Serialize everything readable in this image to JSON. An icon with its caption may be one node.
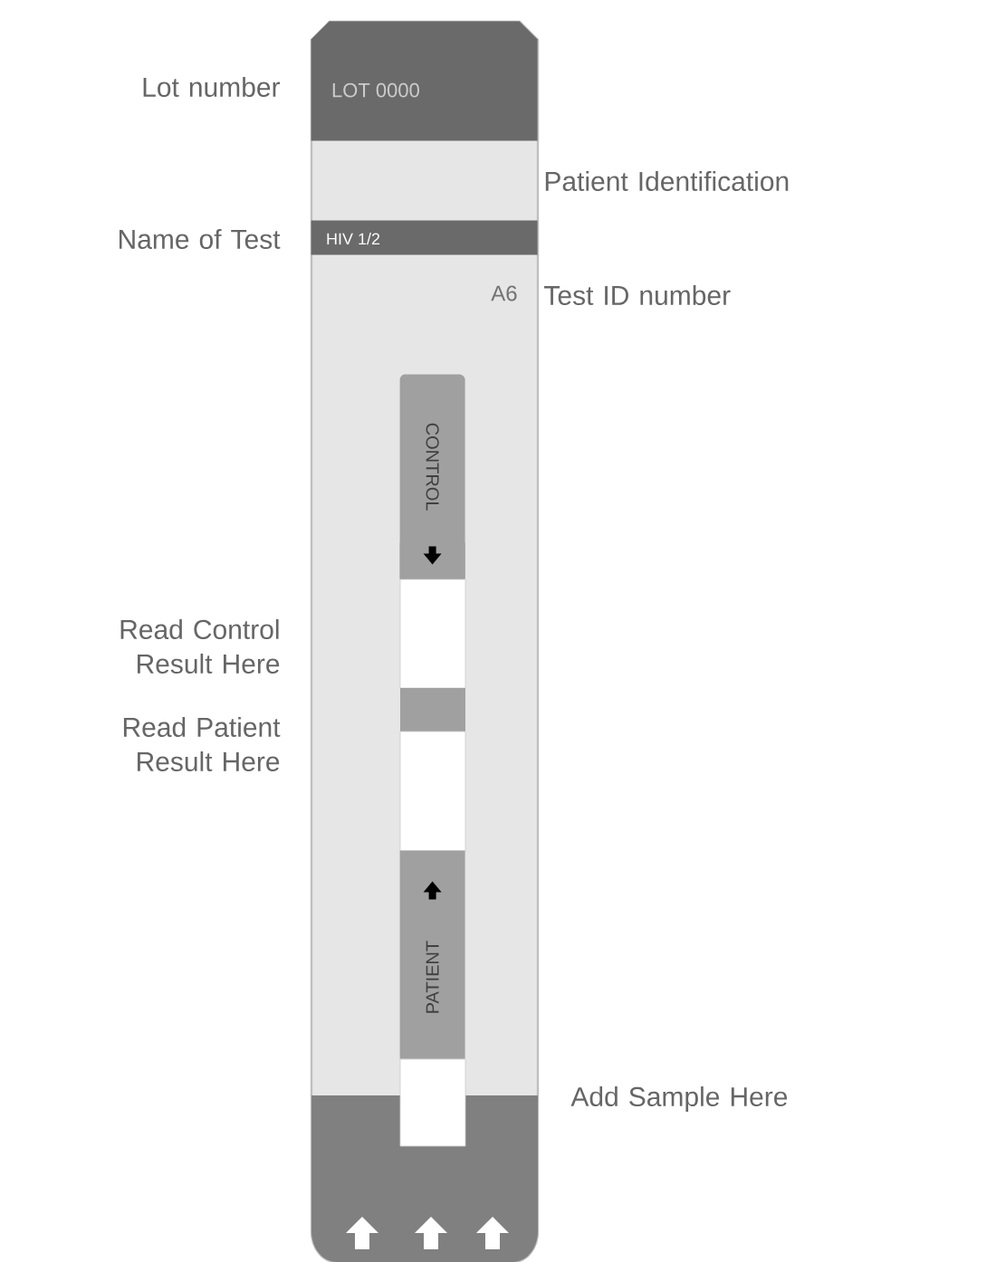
{
  "diagram": {
    "nodes": [
      {
        "text": [],
        "shape": "box"
      },
      {
        "text": [
          "LOT 0000"
        ],
        "in": 0
      },
      {
        "text": [
          "HIV 1/2"
        ],
        "in": 0
      },
      {
        "text": [
          "CONTROL"
        ],
        "in": 0
      },
      {
        "text": [
          "PATIENT"
        ],
        "in": 0
      }
    ],
    "labels": [
      "Lot number",
      "Patient Identification",
      "Name of Test",
      "A6",
      "Test ID number",
      "Read Control Result Here",
      "Read Patient Result Here",
      "Add Sample Here"
    ]
  }
}
